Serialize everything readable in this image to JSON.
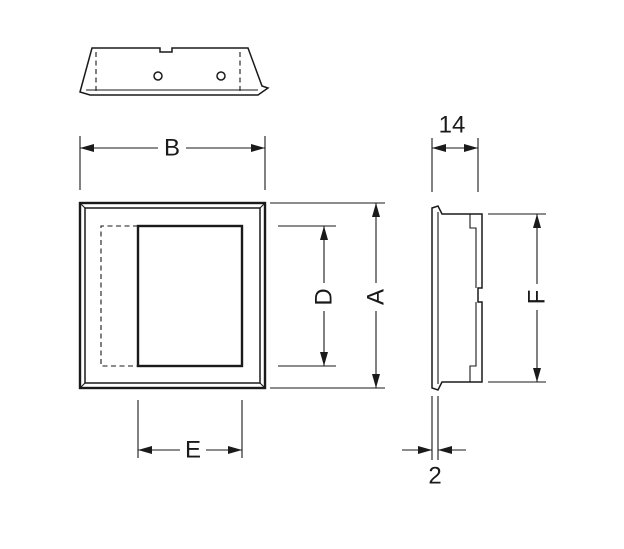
{
  "labels": {
    "a": "A",
    "b": "B",
    "d": "D",
    "e": "E",
    "f": "F",
    "depth": "14",
    "flange": "2"
  },
  "colors": {
    "line": "#1a1a1a",
    "background": "#ffffff"
  }
}
